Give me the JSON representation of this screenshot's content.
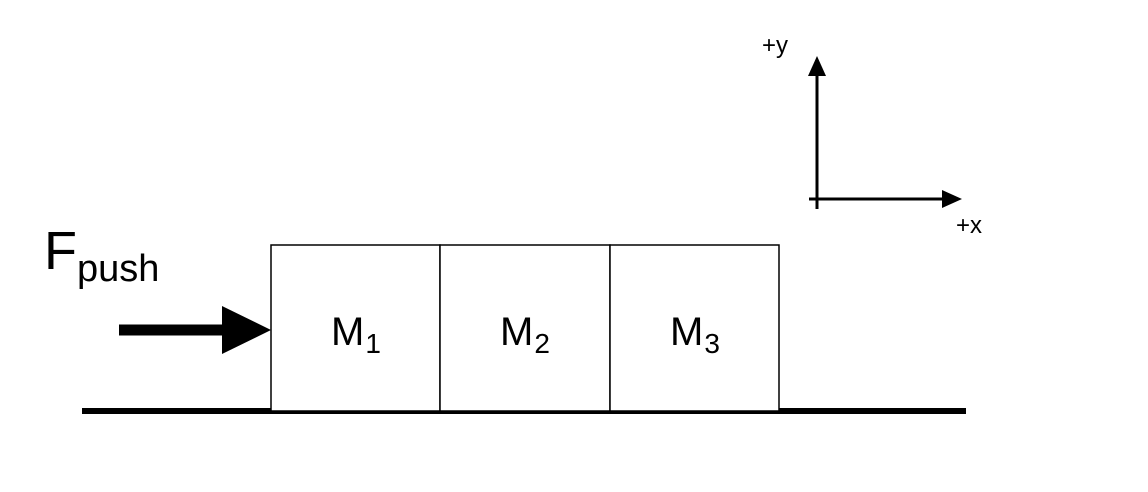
{
  "force": {
    "symbol": "F",
    "subscript": "push"
  },
  "blocks": [
    {
      "symbol": "M",
      "subscript": "1"
    },
    {
      "symbol": "M",
      "subscript": "2"
    },
    {
      "symbol": "M",
      "subscript": "3"
    }
  ],
  "axes": {
    "y_label": "+y",
    "x_label": "+x"
  },
  "colors": {
    "ink": "#000000",
    "background": "#ffffff"
  }
}
